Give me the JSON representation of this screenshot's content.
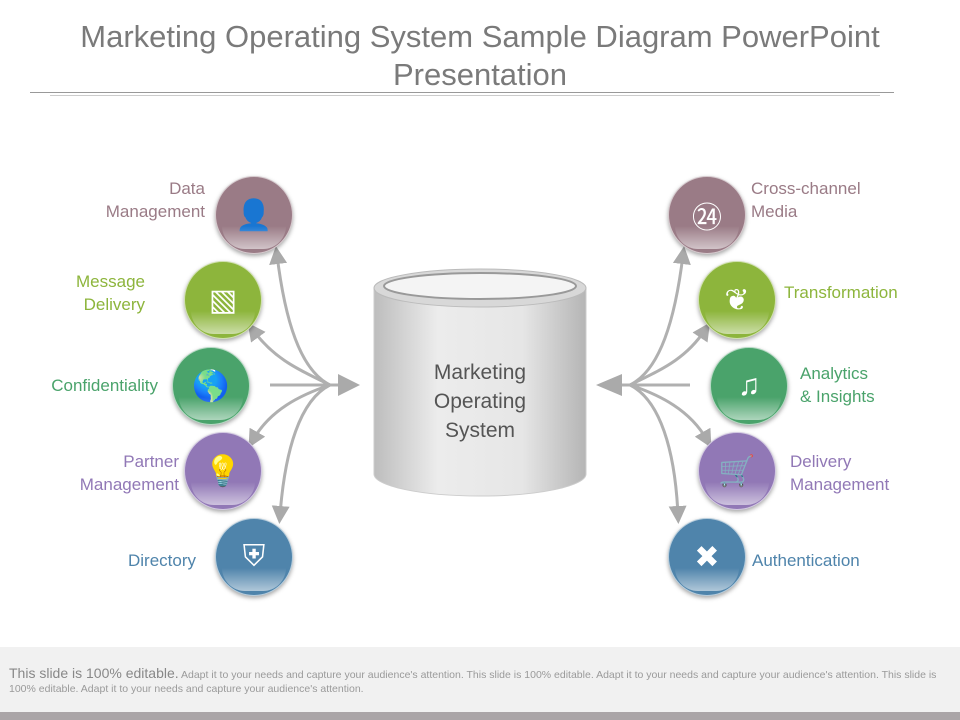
{
  "title": "Marketing Operating System Sample Diagram PowerPoint Presentation",
  "center": {
    "line1": "Marketing",
    "line2": "Operating",
    "line3": "System"
  },
  "left": [
    {
      "line1": "Data",
      "line2": "Management",
      "icon": "user-mail-icon",
      "color": "#9a7b86"
    },
    {
      "line1": "Message",
      "line2": "Delivery",
      "icon": "chart-window-icon",
      "color": "#8db53c"
    },
    {
      "line1": "Confidentiality",
      "line2": "",
      "icon": "globe-icon",
      "color": "#4aa36b"
    },
    {
      "line1": "Partner",
      "line2": "Management",
      "icon": "lightbulb-icon",
      "color": "#9178b6"
    },
    {
      "line1": "Directory",
      "line2": "",
      "icon": "shield-icon",
      "color": "#4f84ab"
    }
  ],
  "right": [
    {
      "line1": "Cross-channel",
      "line2": "Media",
      "icon": "clock-24-icon",
      "color": "#9a7b86"
    },
    {
      "line1": "Transformation",
      "line2": "",
      "icon": "laurel-icon",
      "color": "#8db53c"
    },
    {
      "line1": "Analytics",
      "line2": "& Insights",
      "icon": "music-search-icon",
      "color": "#4aa36b"
    },
    {
      "line1": "Delivery",
      "line2": "Management",
      "icon": "cart-icon",
      "color": "#9178b6"
    },
    {
      "line1": "Authentication",
      "line2": "",
      "icon": "tools-icon",
      "color": "#4f84ab"
    }
  ],
  "footer": {
    "lead": "This slide is 100% editable.",
    "body": "Adapt it to your needs and capture your audience's attention. This slide is 100% editable. Adapt it to your needs and capture your audience's attention. This slide is 100% editable. Adapt it to your needs and capture your audience's attention."
  }
}
